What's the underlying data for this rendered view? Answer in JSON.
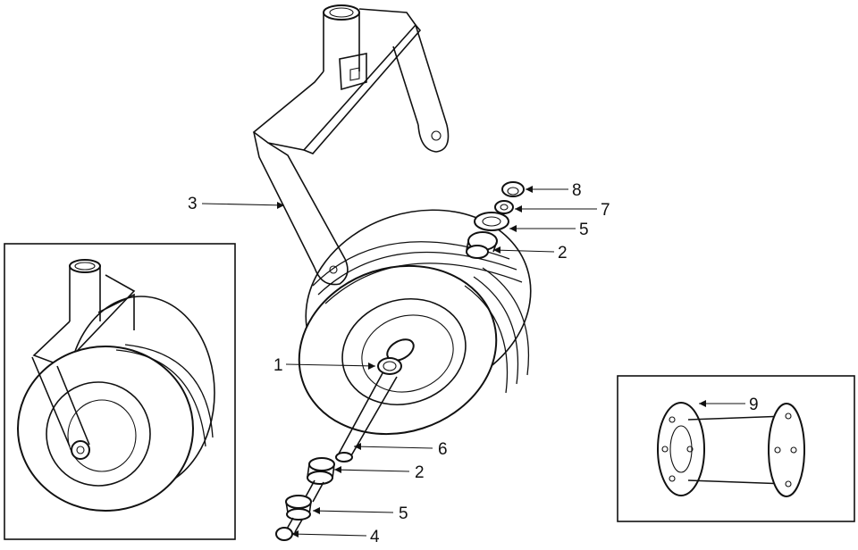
{
  "callouts": [
    {
      "id": "c1",
      "label": "1"
    },
    {
      "id": "c2a",
      "label": "2"
    },
    {
      "id": "c2b",
      "label": "2"
    },
    {
      "id": "c3",
      "label": "3"
    },
    {
      "id": "c4",
      "label": "4"
    },
    {
      "id": "c5a",
      "label": "5"
    },
    {
      "id": "c5b",
      "label": "5"
    },
    {
      "id": "c6",
      "label": "6"
    },
    {
      "id": "c7",
      "label": "7"
    },
    {
      "id": "c8",
      "label": "8"
    },
    {
      "id": "c9",
      "label": "9"
    }
  ]
}
